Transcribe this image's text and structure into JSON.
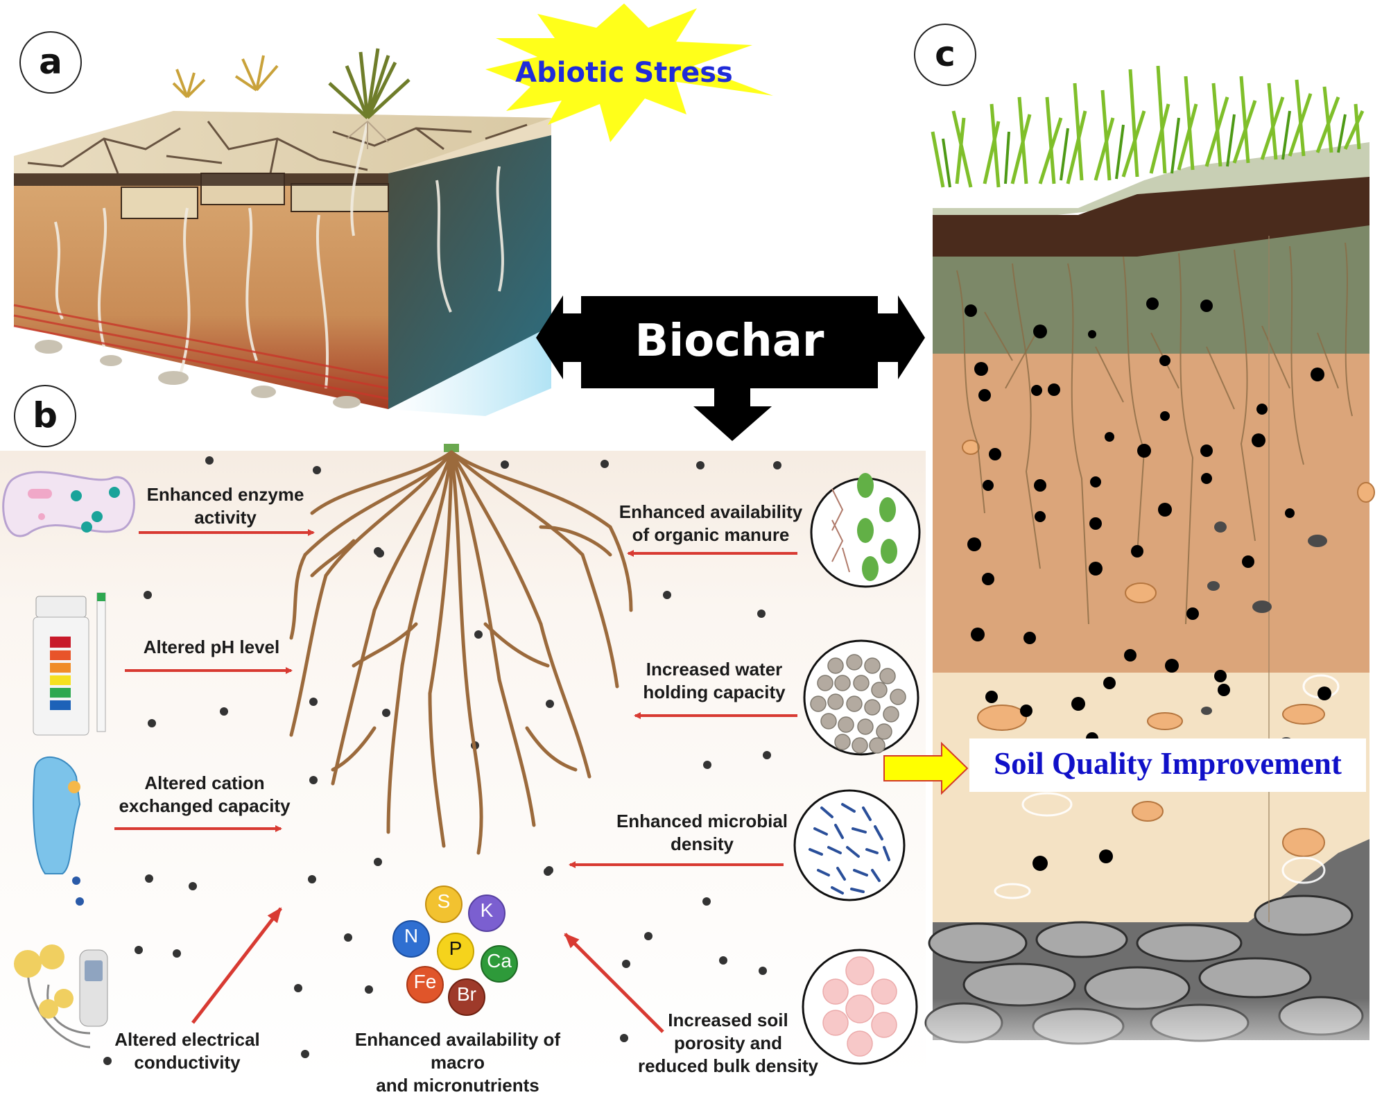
{
  "panels": {
    "a": "a",
    "b": "b",
    "c": "c"
  },
  "stress_label": "Abiotic Stress",
  "center_label": "Biochar",
  "soil_quality_label": "Soil Quality Improvement",
  "effects_left": {
    "enzyme": "Enhanced enzyme\nactivity",
    "ph": "Altered pH level",
    "cec": "Altered cation\nexchanged capacity",
    "ec": "Altered electrical\nconductivity"
  },
  "effects_right": {
    "manure": "Enhanced availability\nof organic manure",
    "water": "Increased water\nholding capacity",
    "microbial": "Enhanced microbial\ndensity",
    "porosity": "Increased soil\nporosity and\nreduced bulk density"
  },
  "nutrients_label": "Enhanced availability of macro\nand micronutrients",
  "nutrients": [
    {
      "symbol": "S",
      "color": "#f2c230"
    },
    {
      "symbol": "K",
      "color": "#7b5fd0"
    },
    {
      "symbol": "N",
      "color": "#2f6fd1"
    },
    {
      "symbol": "P",
      "color": "#f5d31c"
    },
    {
      "symbol": "Ca",
      "color": "#2e9a3a"
    },
    {
      "symbol": "Fe",
      "color": "#e0552a"
    },
    {
      "symbol": "Br",
      "color": "#9e3a2a"
    }
  ],
  "colors": {
    "star": "#ffff1a",
    "stress_text": "#1f2bd8",
    "soil_quality_text": "#1010c8",
    "arrow_red": "#d83a32",
    "yellow_arrow": "#ffff00",
    "root": "#9b6a3c"
  }
}
